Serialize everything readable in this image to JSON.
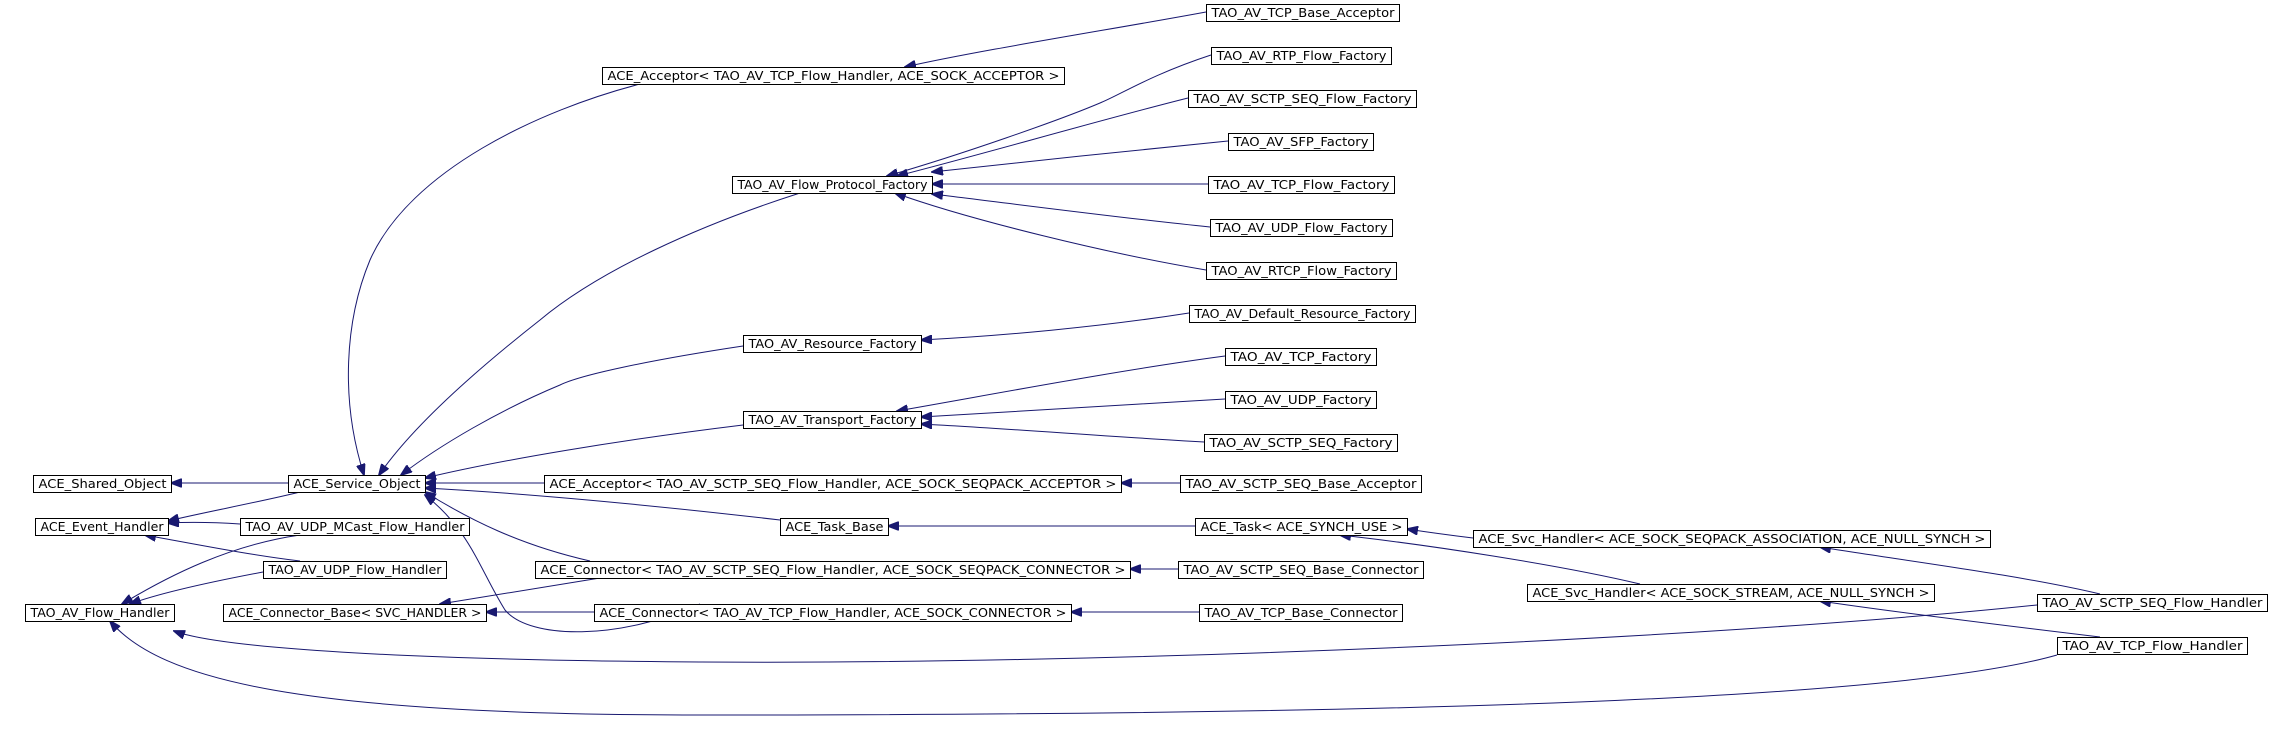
{
  "diagram": {
    "type": "inheritance-graph",
    "colors": {
      "edge": "#191970",
      "node_border": "#000000",
      "node_fill": "#ffffff",
      "text": "#000000"
    },
    "nodes": [
      {
        "id": "tcp_base_acceptor",
        "label": "TAO_AV_TCP_Base_Acceptor"
      },
      {
        "id": "acceptor_tcp",
        "label": "ACE_Acceptor< TAO_AV_TCP_Flow_Handler, ACE_SOCK_ACCEPTOR >"
      },
      {
        "id": "rtp_flow_factory",
        "label": "TAO_AV_RTP_Flow_Factory"
      },
      {
        "id": "sctp_seq_flow_factory",
        "label": "TAO_AV_SCTP_SEQ_Flow_Factory"
      },
      {
        "id": "sfp_factory",
        "label": "TAO_AV_SFP_Factory"
      },
      {
        "id": "flow_protocol_factory",
        "label": "TAO_AV_Flow_Protocol_Factory"
      },
      {
        "id": "tcp_flow_factory",
        "label": "TAO_AV_TCP_Flow_Factory"
      },
      {
        "id": "udp_flow_factory",
        "label": "TAO_AV_UDP_Flow_Factory"
      },
      {
        "id": "rtcp_flow_factory",
        "label": "TAO_AV_RTCP_Flow_Factory"
      },
      {
        "id": "default_resource_factory",
        "label": "TAO_AV_Default_Resource_Factory"
      },
      {
        "id": "resource_factory",
        "label": "TAO_AV_Resource_Factory"
      },
      {
        "id": "tcp_factory",
        "label": "TAO_AV_TCP_Factory"
      },
      {
        "id": "udp_factory",
        "label": "TAO_AV_UDP_Factory"
      },
      {
        "id": "transport_factory",
        "label": "TAO_AV_Transport_Factory"
      },
      {
        "id": "sctp_seq_factory",
        "label": "TAO_AV_SCTP_SEQ_Factory"
      },
      {
        "id": "shared_object",
        "label": "ACE_Shared_Object"
      },
      {
        "id": "service_object",
        "label": "ACE_Service_Object"
      },
      {
        "id": "acceptor_sctp",
        "label": "ACE_Acceptor< TAO_AV_SCTP_SEQ_Flow_Handler, ACE_SOCK_SEQPACK_ACCEPTOR >"
      },
      {
        "id": "sctp_seq_base_acceptor",
        "label": "TAO_AV_SCTP_SEQ_Base_Acceptor"
      },
      {
        "id": "event_handler",
        "label": "ACE_Event_Handler"
      },
      {
        "id": "udp_mcast_flow_handler",
        "label": "TAO_AV_UDP_MCast_Flow_Handler"
      },
      {
        "id": "task_base",
        "label": "ACE_Task_Base"
      },
      {
        "id": "task_synch",
        "label": "ACE_Task< ACE_SYNCH_USE >"
      },
      {
        "id": "svc_handler_seqpack",
        "label": "ACE_Svc_Handler< ACE_SOCK_SEQPACK_ASSOCIATION, ACE_NULL_SYNCH >"
      },
      {
        "id": "udp_flow_handler",
        "label": "TAO_AV_UDP_Flow_Handler"
      },
      {
        "id": "connector_sctp",
        "label": "ACE_Connector< TAO_AV_SCTP_SEQ_Flow_Handler, ACE_SOCK_SEQPACK_CONNECTOR >"
      },
      {
        "id": "sctp_seq_base_connector",
        "label": "TAO_AV_SCTP_SEQ_Base_Connector"
      },
      {
        "id": "svc_handler_stream",
        "label": "ACE_Svc_Handler< ACE_SOCK_STREAM, ACE_NULL_SYNCH >"
      },
      {
        "id": "sctp_seq_flow_handler",
        "label": "TAO_AV_SCTP_SEQ_Flow_Handler"
      },
      {
        "id": "connector_base",
        "label": "ACE_Connector_Base< SVC_HANDLER >"
      },
      {
        "id": "connector_tcp",
        "label": "ACE_Connector< TAO_AV_TCP_Flow_Handler, ACE_SOCK_CONNECTOR >"
      },
      {
        "id": "tcp_base_connector",
        "label": "TAO_AV_TCP_Base_Connector"
      },
      {
        "id": "flow_handler",
        "label": "TAO_AV_Flow_Handler"
      },
      {
        "id": "tcp_flow_handler",
        "label": "TAO_AV_TCP_Flow_Handler"
      }
    ],
    "edges": [
      {
        "from": "tcp_base_acceptor",
        "to": "acceptor_tcp"
      },
      {
        "from": "acceptor_tcp",
        "to": "service_object"
      },
      {
        "from": "rtp_flow_factory",
        "to": "flow_protocol_factory"
      },
      {
        "from": "sctp_seq_flow_factory",
        "to": "flow_protocol_factory"
      },
      {
        "from": "sfp_factory",
        "to": "flow_protocol_factory"
      },
      {
        "from": "tcp_flow_factory",
        "to": "flow_protocol_factory"
      },
      {
        "from": "udp_flow_factory",
        "to": "flow_protocol_factory"
      },
      {
        "from": "rtcp_flow_factory",
        "to": "flow_protocol_factory"
      },
      {
        "from": "flow_protocol_factory",
        "to": "service_object"
      },
      {
        "from": "default_resource_factory",
        "to": "resource_factory"
      },
      {
        "from": "resource_factory",
        "to": "service_object"
      },
      {
        "from": "tcp_factory",
        "to": "transport_factory"
      },
      {
        "from": "udp_factory",
        "to": "transport_factory"
      },
      {
        "from": "sctp_seq_factory",
        "to": "transport_factory"
      },
      {
        "from": "transport_factory",
        "to": "service_object"
      },
      {
        "from": "service_object",
        "to": "shared_object"
      },
      {
        "from": "service_object",
        "to": "event_handler"
      },
      {
        "from": "sctp_seq_base_acceptor",
        "to": "acceptor_sctp"
      },
      {
        "from": "acceptor_sctp",
        "to": "service_object"
      },
      {
        "from": "task_base",
        "to": "service_object"
      },
      {
        "from": "task_synch",
        "to": "task_base"
      },
      {
        "from": "svc_handler_seqpack",
        "to": "task_synch"
      },
      {
        "from": "svc_handler_stream",
        "to": "task_synch"
      },
      {
        "from": "udp_mcast_flow_handler",
        "to": "event_handler"
      },
      {
        "from": "udp_mcast_flow_handler",
        "to": "flow_handler"
      },
      {
        "from": "udp_flow_handler",
        "to": "event_handler"
      },
      {
        "from": "udp_flow_handler",
        "to": "flow_handler"
      },
      {
        "from": "connector_sctp",
        "to": "service_object"
      },
      {
        "from": "connector_sctp",
        "to": "connector_base"
      },
      {
        "from": "sctp_seq_base_connector",
        "to": "connector_sctp"
      },
      {
        "from": "connector_tcp",
        "to": "service_object"
      },
      {
        "from": "connector_tcp",
        "to": "connector_base"
      },
      {
        "from": "tcp_base_connector",
        "to": "connector_tcp"
      },
      {
        "from": "sctp_seq_flow_handler",
        "to": "svc_handler_seqpack"
      },
      {
        "from": "sctp_seq_flow_handler",
        "to": "flow_handler"
      },
      {
        "from": "tcp_flow_handler",
        "to": "svc_handler_stream"
      },
      {
        "from": "tcp_flow_handler",
        "to": "flow_handler"
      }
    ]
  }
}
